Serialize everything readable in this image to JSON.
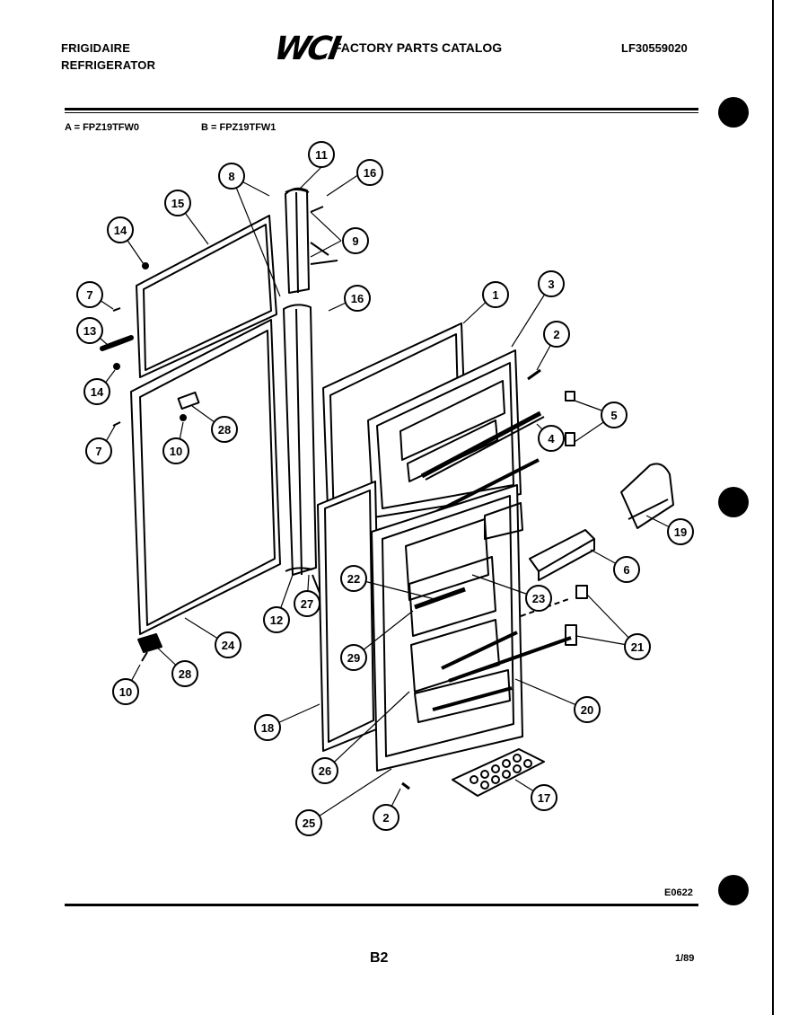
{
  "header": {
    "brand_line1": "FRIGIDAIRE",
    "brand_line2": "REFRIGERATOR",
    "logo": "WCI",
    "catalog_title": "FACTORY PARTS CATALOG",
    "catalog_number": "LF30559020"
  },
  "models": {
    "a": "A = FPZ19TFW0",
    "b": "B = FPZ19TFW1"
  },
  "footer": {
    "figure_code": "E0622",
    "page": "B2",
    "date": "1/89"
  },
  "callouts": [
    {
      "id": "c1",
      "label": "1"
    },
    {
      "id": "c2a",
      "label": "2"
    },
    {
      "id": "c2b",
      "label": "2"
    },
    {
      "id": "c3",
      "label": "3"
    },
    {
      "id": "c4",
      "label": "4"
    },
    {
      "id": "c5",
      "label": "5"
    },
    {
      "id": "c6",
      "label": "6"
    },
    {
      "id": "c7a",
      "label": "7"
    },
    {
      "id": "c7b",
      "label": "7"
    },
    {
      "id": "c8",
      "label": "8"
    },
    {
      "id": "c9",
      "label": "9"
    },
    {
      "id": "c10a",
      "label": "10"
    },
    {
      "id": "c10b",
      "label": "10"
    },
    {
      "id": "c11",
      "label": "11"
    },
    {
      "id": "c12",
      "label": "12"
    },
    {
      "id": "c13",
      "label": "13"
    },
    {
      "id": "c14a",
      "label": "14"
    },
    {
      "id": "c14b",
      "label": "14"
    },
    {
      "id": "c15",
      "label": "15"
    },
    {
      "id": "c16a",
      "label": "16"
    },
    {
      "id": "c16b",
      "label": "16"
    },
    {
      "id": "c17",
      "label": "17"
    },
    {
      "id": "c18",
      "label": "18"
    },
    {
      "id": "c19",
      "label": "19"
    },
    {
      "id": "c20",
      "label": "20"
    },
    {
      "id": "c21",
      "label": "21"
    },
    {
      "id": "c22",
      "label": "22"
    },
    {
      "id": "c23",
      "label": "23"
    },
    {
      "id": "c24",
      "label": "24"
    },
    {
      "id": "c25",
      "label": "25"
    },
    {
      "id": "c26",
      "label": "26"
    },
    {
      "id": "c27",
      "label": "27"
    },
    {
      "id": "c28a",
      "label": "28"
    },
    {
      "id": "c28b",
      "label": "28"
    },
    {
      "id": "c29",
      "label": "29"
    }
  ]
}
